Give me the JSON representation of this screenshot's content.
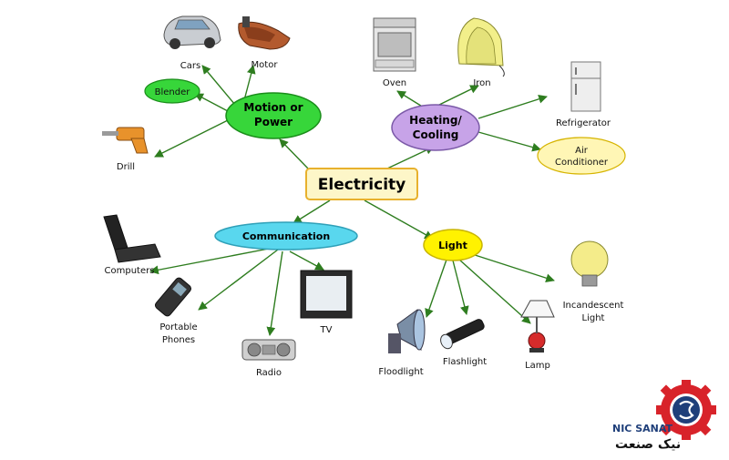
{
  "diagram": {
    "center": {
      "label": "Electricity",
      "fill": "#fdf6c8",
      "stroke": "#e8b12d"
    },
    "hubs": {
      "motion": {
        "line1": "Motion or",
        "line2": "Power",
        "fill": "#37d63a",
        "stroke": "#1a8d1a"
      },
      "heating": {
        "line1": "Heating/",
        "line2": "Cooling",
        "fill": "#c7a3e8",
        "stroke": "#7b59a8"
      },
      "communication": {
        "label": "Communication",
        "fill": "#59d7ee",
        "stroke": "#2fa0b8"
      },
      "light": {
        "label": "Light",
        "fill": "#fff200",
        "stroke": "#c8b400"
      },
      "blender": {
        "label": "Blender",
        "fill": "#37d63a",
        "stroke": "#1a8d1a"
      },
      "air": {
        "line1": "Air",
        "line2": "Conditioner",
        "fill": "#fff6b5",
        "stroke": "#d6b400"
      }
    },
    "items": {
      "cars": "Cars",
      "motor": "Motor",
      "drill": "Drill",
      "oven": "Oven",
      "iron": "Iron",
      "refrigerator": "Refrigerator",
      "computers": "Computers",
      "phones_line1": "Portable",
      "phones_line2": "Phones",
      "radio": "Radio",
      "tv": "TV",
      "floodlight": "Floodlight",
      "flashlight": "Flashlight",
      "lamp": "Lamp",
      "incandescent_line1": "Incandescent",
      "incandescent_line2": "Light"
    },
    "edge_color": "#2e7d1f"
  },
  "logo": {
    "text_en": "NIC SANAT",
    "text_fa": "نیک صنعت",
    "gear_color": "#d8232a",
    "ring_color": "#1f3f7a"
  }
}
